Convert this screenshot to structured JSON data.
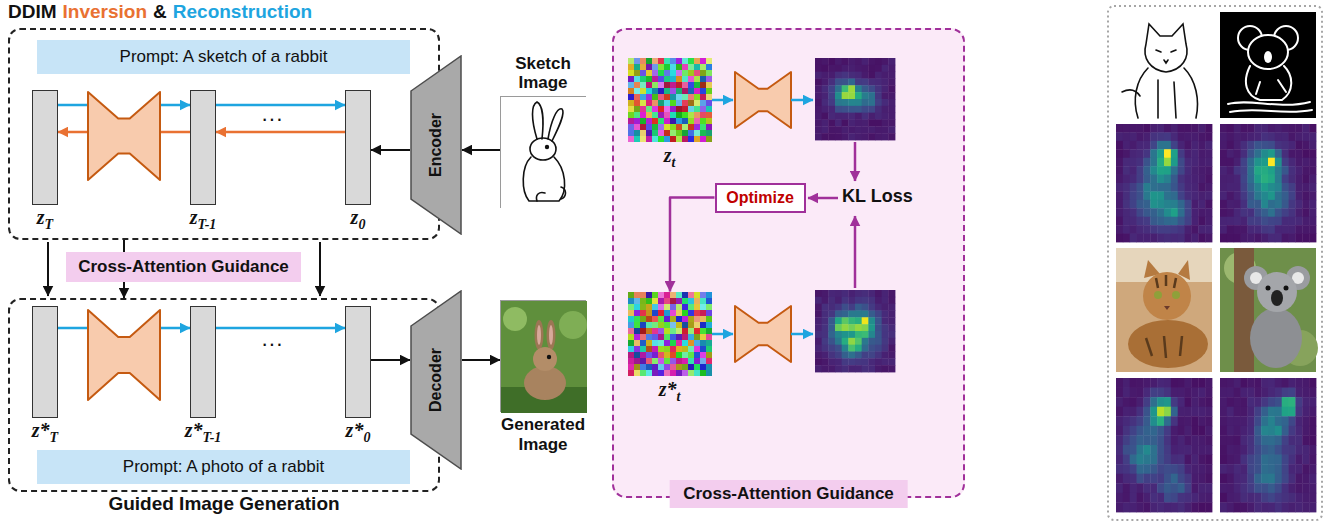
{
  "diagram": {
    "nodes": [
      {
        "text": [
          "DDIM",
          "Inversion",
          "&",
          "Reconstruction"
        ]
      },
      {
        "text": [
          "Prompt: A sketch of a rabbit"
        ],
        "in": 0
      },
      {
        "text": [
          "z",
          "T"
        ],
        "in": 0
      },
      {
        "text": [
          "z",
          "T-1"
        ],
        "in": 0
      },
      {
        "text": [
          "z",
          "0"
        ],
        "in": 0
      },
      {
        "text": [
          "Encoder"
        ]
      },
      {
        "text": [
          "Sketch Image"
        ]
      },
      {
        "text": [
          "Cross-Attention Guidance"
        ]
      },
      {
        "text": [
          "Guided Image Generation"
        ]
      },
      {
        "text": [
          "z*",
          "T"
        ],
        "in": 8
      },
      {
        "text": [
          "z*",
          "T-1"
        ],
        "in": 8
      },
      {
        "text": [
          "z*",
          "0"
        ],
        "in": 8
      },
      {
        "text": [
          "Prompt: A photo of a rabbit"
        ],
        "in": 8
      },
      {
        "text": [
          "Decoder"
        ]
      },
      {
        "text": [
          "Generated Image"
        ]
      },
      {
        "text": [
          "Cross-Attention Guidance"
        ]
      },
      {
        "text": [
          "z",
          "t"
        ],
        "in": 15
      },
      {
        "text": [
          "Optimize"
        ],
        "in": 15
      },
      {
        "text": [
          "z*",
          "t"
        ],
        "in": 15
      }
    ],
    "edges": [
      {
        "from": 2,
        "to": 3,
        "arrow": "to"
      },
      {
        "from": 3,
        "to": 2,
        "arrow": "to"
      },
      {
        "from": 3,
        "to": 4,
        "arrow": "to"
      },
      {
        "from": 4,
        "to": 3,
        "arrow": "to"
      },
      {
        "from": 6,
        "to": 5,
        "arrow": "to"
      },
      {
        "from": 5,
        "to": 4,
        "arrow": "to"
      },
      {
        "from": 0,
        "to": 7,
        "arrow": "none"
      },
      {
        "from": 7,
        "to": 8,
        "arrow": "to"
      },
      {
        "from": 9,
        "to": 10,
        "arrow": "to"
      },
      {
        "from": 10,
        "to": 11,
        "arrow": "to"
      },
      {
        "from": 11,
        "to": 13,
        "arrow": "to"
      },
      {
        "from": 13,
        "to": 14,
        "arrow": "to"
      },
      {
        "from": 17,
        "to": 18,
        "arrow": "to"
      }
    ],
    "labels": [
      "···",
      "···",
      "KL Loss"
    ]
  }
}
